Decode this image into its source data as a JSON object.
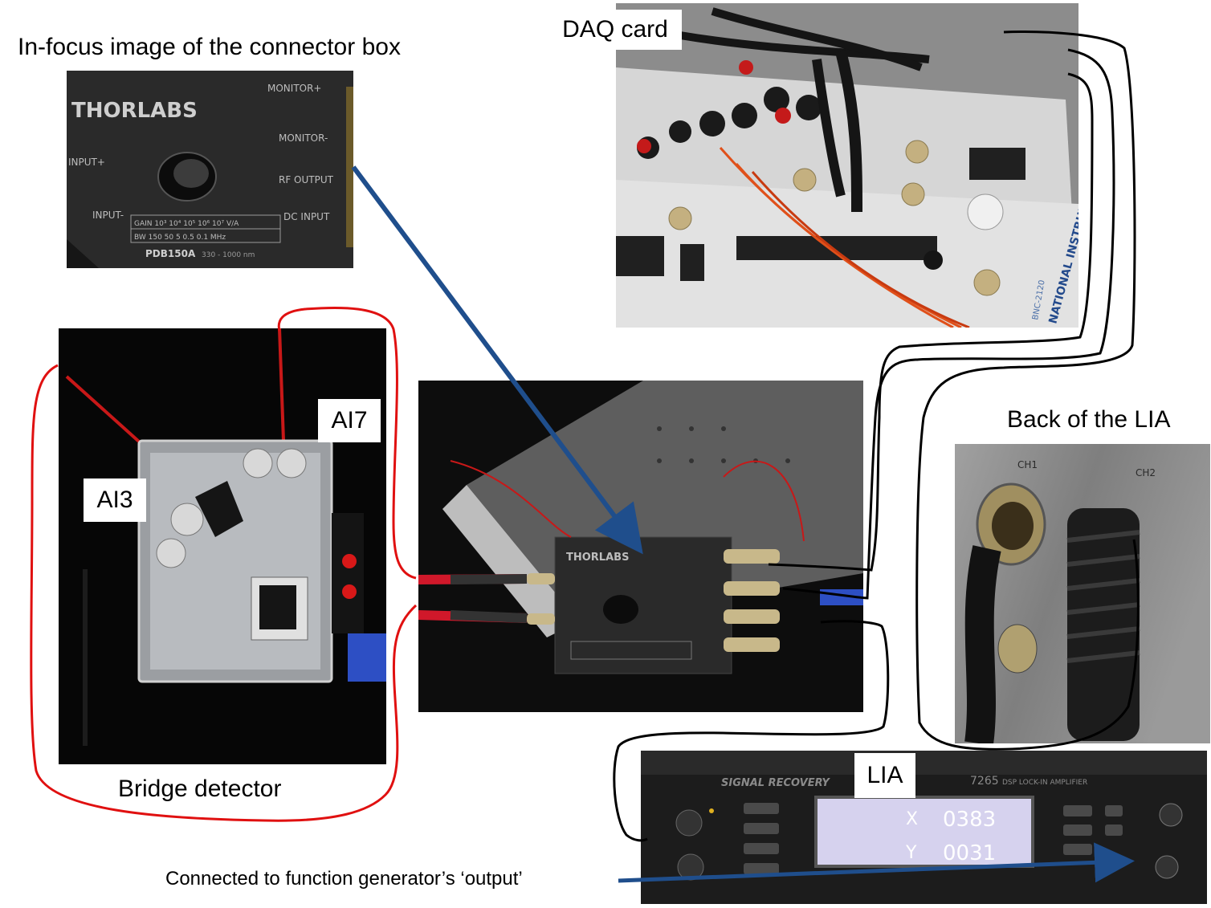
{
  "labels": {
    "connector_title": "In-focus image of the connector box",
    "daq_card": "DAQ card",
    "back_lia": "Back of the LIA",
    "bridge_detector": "Bridge detector",
    "ai3": "AI3",
    "ai7": "AI7",
    "lia": "LIA",
    "function_generator": "Connected to function generator’s ‘output’"
  },
  "photo_text": {
    "thorlabs": "THORLABS",
    "monitor_plus": "MONITOR+",
    "monitor_minus": "MONITOR-",
    "rf_output": "RF OUTPUT",
    "dc_input": "DC INPUT",
    "input_plus": "INPUT+",
    "input_minus": "INPUT-",
    "model": "PDB150A",
    "model_range": "330 - 1000 nm",
    "gain_row": [
      "GAIN",
      "10³",
      "10⁴",
      "10⁵",
      "10⁶",
      "10⁷",
      "V/A"
    ],
    "bw_row": [
      "BW",
      "150",
      "50",
      "5",
      "0.5",
      "0.1",
      "MHz"
    ],
    "ni_brand": "NATIONAL INSTRUMENTS",
    "ni_model": "BNC-2120",
    "signal_recovery": "SIGNAL RECOVERY",
    "lia_model": "7265",
    "lia_desc": "DSP LOCK-IN AMPLIFIER",
    "lia_x_label": "X",
    "lia_x_value": "0383",
    "lia_y_label": "Y",
    "lia_y_value": "0031",
    "ch1": "CH1",
    "ch2": "CH2"
  },
  "colors": {
    "arrow_blue": "#1f4e8c",
    "red_outline": "#e01010",
    "black_cable": "#000000"
  }
}
